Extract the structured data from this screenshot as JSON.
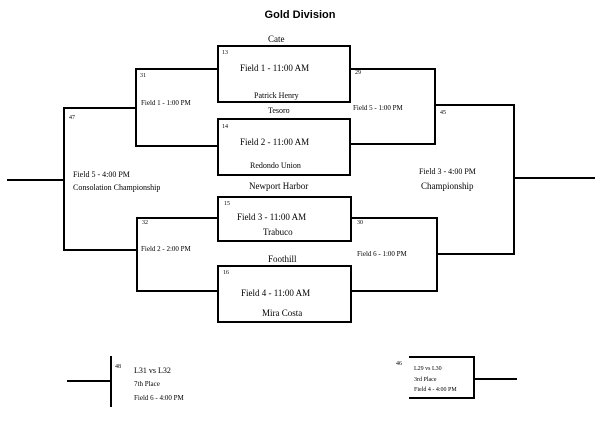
{
  "title": "Gold Division",
  "games": {
    "g13": {
      "number": "13",
      "top_team": "Cate",
      "slot": "Field 1 - 11:00 AM",
      "bottom_team": "Patrick Henry"
    },
    "g14": {
      "number": "14",
      "top_team": "Tesoro",
      "slot": "Field 2 - 11:00 AM",
      "bottom_team": "Redondo Union"
    },
    "g15": {
      "number": "15",
      "top_team": "Newport Harbor",
      "slot": "Field 3 - 11:00 AM",
      "bottom_team": "Trabuco"
    },
    "g16": {
      "number": "16",
      "top_team": "Foothill",
      "slot": "Field 4 - 11:00 AM",
      "bottom_team": "Mira Costa"
    },
    "g31": {
      "number": "31",
      "slot": "Field 1 - 1:00 PM"
    },
    "g32": {
      "number": "32",
      "slot": "Field 2 - 2:00 PM"
    },
    "g29": {
      "number": "29",
      "slot": "Field 5 - 1:00 PM"
    },
    "g30": {
      "number": "30",
      "slot": "Field 6 - 1:00 PM"
    },
    "g47": {
      "number": "47",
      "slot": "Field 5 - 4:00 PM",
      "label": "Consolation Championship"
    },
    "g45": {
      "number": "45",
      "slot": "Field 3 - 4:00 PM",
      "label": "Championship"
    },
    "g48": {
      "number": "48",
      "matchup": "L31 vs L32",
      "label": "7th Place",
      "slot": "Field 6 - 4:00 PM"
    },
    "g46": {
      "number": "46",
      "matchup": "L29 vs L30",
      "label": "3rd Place",
      "slot": "Field 4 - 4:00 PM"
    }
  },
  "colors": {
    "line": "#000000",
    "text": "#000000",
    "background": "#ffffff"
  }
}
